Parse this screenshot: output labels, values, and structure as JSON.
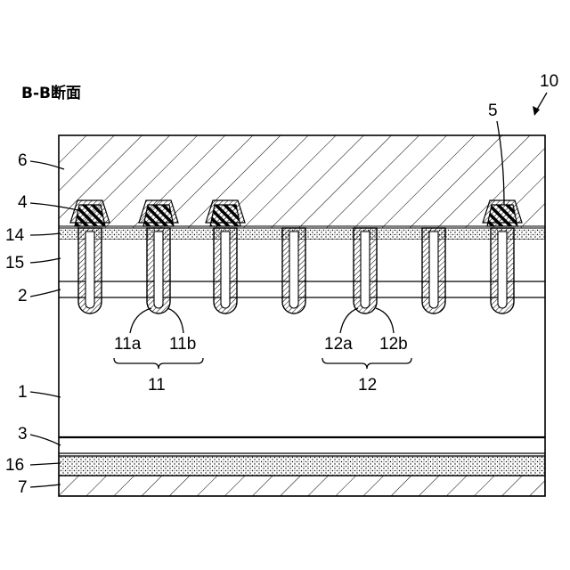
{
  "figure": {
    "title": "B-B断面",
    "device_ref": "10",
    "layer_labels": {
      "l6": "6",
      "l4": "4",
      "l14": "14",
      "l15": "15",
      "l2": "2",
      "l1": "1",
      "l3": "3",
      "l16": "16",
      "l7": "7",
      "l5": "5"
    },
    "trench_labels": {
      "t11a": "11a",
      "t11b": "11b",
      "g11": "11",
      "t12a": "12a",
      "t12b": "12b",
      "g12": "12"
    }
  }
}
